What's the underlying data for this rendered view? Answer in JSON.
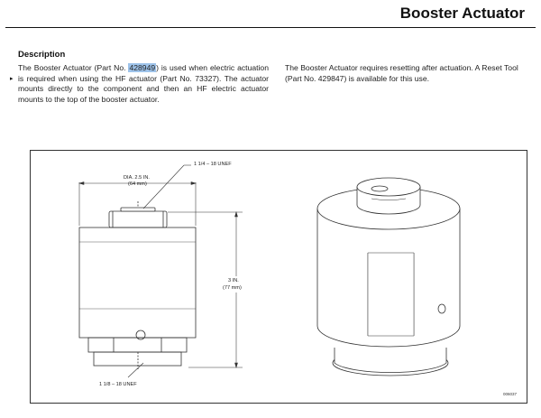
{
  "header": {
    "title": "Booster Actuator"
  },
  "description": {
    "heading": "Description",
    "left_before_part": "The Booster Actuator (Part No. ",
    "left_part_highlighted": "428949",
    "left_after_part": ") is used when electric actuation is required when using the HF actuator (Part No. 73327). The actuator mounts directly to the component and then an HF electric actuator  mounts to the top of the booster actuator.",
    "right_text": "The Booster Actuator requires resetting after actuation. A Reset Tool (Part No. 429847) is available for this use.",
    "change_marker": "▸"
  },
  "figure": {
    "top_thread": "1 1/4 – 18 UNEF",
    "diameter": "DIA. 2.5 IN.",
    "diameter_mm": "(64 mm)",
    "height": "3 IN.",
    "height_mm": "(77 mm)",
    "bottom_thread": "1 1/8 – 18 UNEF",
    "figure_id": "006037"
  }
}
